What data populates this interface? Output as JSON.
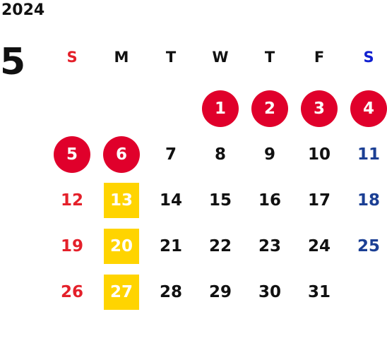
{
  "year": "2024",
  "month": "5",
  "weekdays": [
    "S",
    "M",
    "T",
    "W",
    "T",
    "F",
    "S"
  ],
  "colors": {
    "sunday": "#e4202a",
    "saturday": "#1b3f94",
    "holiday_circle": "#e0002b",
    "highlight_square": "#ffd400"
  },
  "weeks": [
    [
      "",
      "",
      "",
      "1",
      "2",
      "3",
      "4"
    ],
    [
      "5",
      "6",
      "7",
      "8",
      "9",
      "10",
      "11"
    ],
    [
      "12",
      "13",
      "14",
      "15",
      "16",
      "17",
      "18"
    ],
    [
      "19",
      "20",
      "21",
      "22",
      "23",
      "24",
      "25"
    ],
    [
      "26",
      "27",
      "28",
      "29",
      "30",
      "31",
      ""
    ]
  ],
  "holidays": [
    "1",
    "2",
    "3",
    "4",
    "5",
    "6"
  ],
  "highlighted": [
    "13",
    "20",
    "27"
  ]
}
